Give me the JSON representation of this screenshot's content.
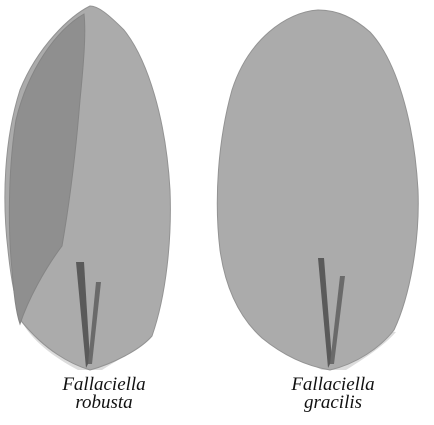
{
  "specimens": [
    {
      "genus": "Fallaciella",
      "species": "robusta"
    },
    {
      "genus": "Fallaciella",
      "species": "gracilis"
    }
  ],
  "colors": {
    "leaf_lamina": "#ababab",
    "leaf_fold": "#8f8f8f",
    "leaf_base": "#dcdcdc",
    "costa": "#5a5a5a",
    "outline": "#8a8a8a"
  }
}
